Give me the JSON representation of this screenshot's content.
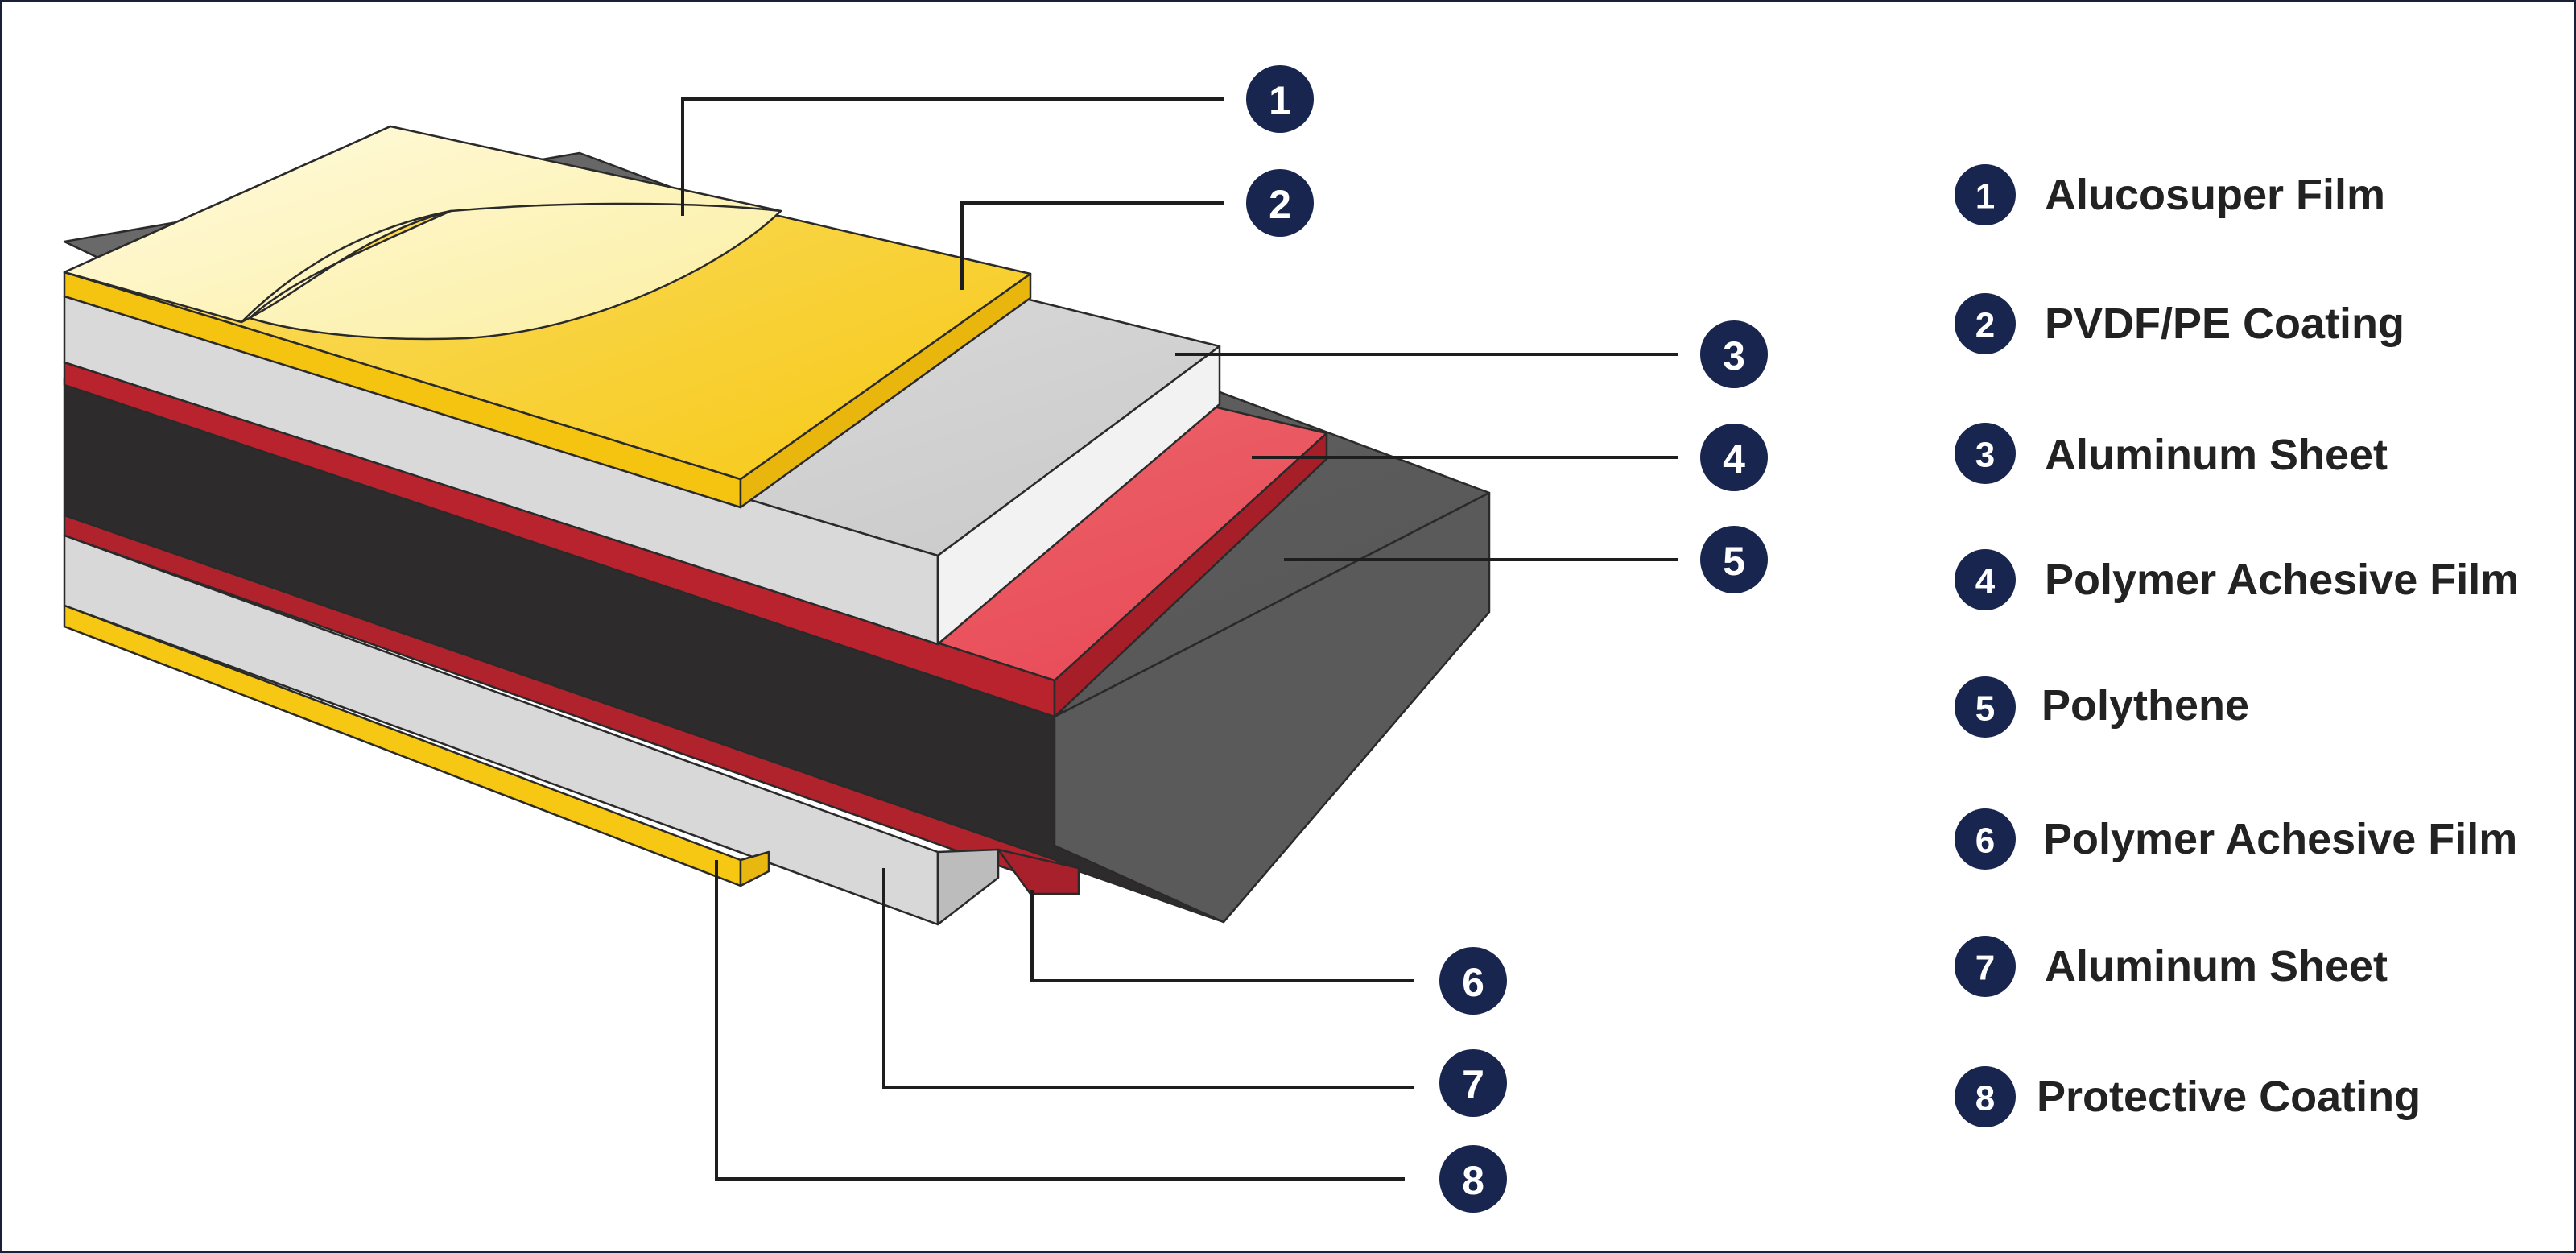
{
  "layers": [
    {
      "num": "1",
      "label": "Alucosuper Film"
    },
    {
      "num": "2",
      "label": "PVDF/PE Coating"
    },
    {
      "num": "3",
      "label": "Aluminum Sheet"
    },
    {
      "num": "4",
      "label": "Polymer Achesive Film"
    },
    {
      "num": "5",
      "label": "Polythene"
    },
    {
      "num": "6",
      "label": "Polymer Achesive Film"
    },
    {
      "num": "7",
      "label": "Aluminum Sheet"
    },
    {
      "num": "8",
      "label": "Protective Coating"
    }
  ],
  "colors": {
    "badge": "#18264f",
    "film": "#fdf6c8",
    "coating": "#f7cd1c",
    "aluminum": "#dcdcdc",
    "adhesive": "#c42a33",
    "adhesive_top": "#ee5a63",
    "core": "#2c2a2a",
    "core_end": "#555555"
  }
}
